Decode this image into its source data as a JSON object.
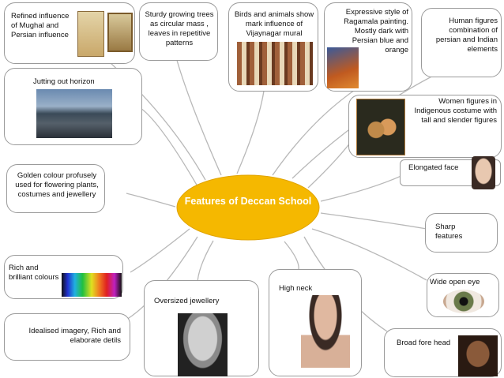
{
  "center": {
    "title": "Features of Deccan School"
  },
  "nodes": {
    "mughal": "Refined influence of Mughal and Persian influence",
    "trees": "Sturdy growing trees as circular mass , leaves in repetitive patterns",
    "birds": "Birds and animals show mark influence of Vijaynagar mural",
    "ragamala": "Expressive style of Ragamala painting. Mostly dark with Persian blue and orange",
    "human": "Human figures combination of persian and Indian elements",
    "women": "Women figures in Indigenous costume with tall and slender figures",
    "horizon": "Jutting out horizon",
    "elongated": "Elongated face",
    "golden": "Golden colour profusely used for flowering plants, costumes and jewellery",
    "sharp": "Sharp features",
    "rich": "Rich and brilliant colours",
    "eye": "Wide open eye",
    "jewellery": "Oversized jewellery",
    "neck": "High neck",
    "idealised": "Idealised imagery, Rich and elaborate detils",
    "forehead": "Broad fore head"
  },
  "colors": {
    "center_fill": "#f5b800",
    "border": "#9a9a9a",
    "connector": "#b8b8b8"
  }
}
